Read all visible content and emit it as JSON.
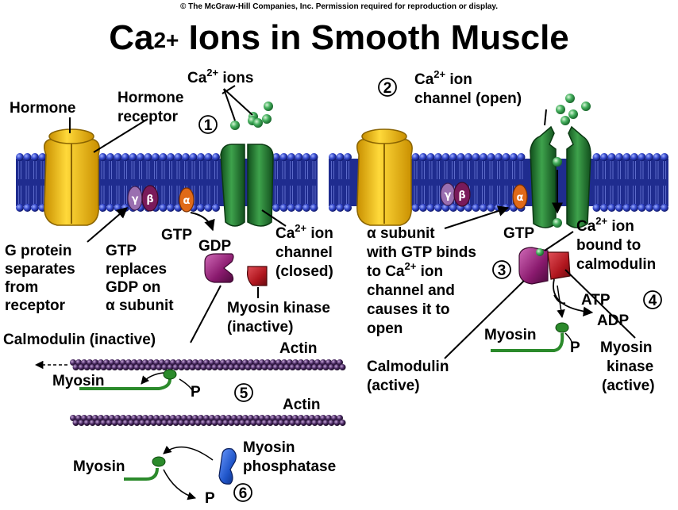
{
  "copyright": "© The McGraw-Hill Companies, Inc. Permission required for reproduction or display.",
  "title": {
    "prefix": "Ca",
    "sup": "2+",
    "suffix": " Ions in Smooth Muscle"
  },
  "steps": [
    "1",
    "2",
    "3",
    "4",
    "5",
    "6"
  ],
  "left_panel": {
    "hormone": "Hormone",
    "hormone_receptor": [
      "Hormone",
      "receptor"
    ],
    "ca_ions": {
      "base": "Ca",
      "sup": "2+",
      "rest": " ions"
    },
    "g_protein": [
      "G protein",
      "separates",
      "from",
      "receptor"
    ],
    "gtp_replaces": [
      "GTP",
      "replaces",
      "GDP on"
    ],
    "alpha_subunit": "α subunit",
    "gtp": "GTP",
    "gdp": "GDP",
    "ca_channel_closed": {
      "line1_base": "Ca",
      "line1_sup": "2+",
      "line1_rest": " ion",
      "line2": "channel",
      "line3": "(closed)"
    },
    "myosin_kinase_inactive": [
      "Myosin kinase",
      "(inactive)"
    ],
    "calmodulin_inactive": "Calmodulin (inactive)",
    "actin_top": "Actin",
    "myosin_top": "Myosin",
    "p_top": "P",
    "actin_bottom": "Actin",
    "myosin_bottom": "Myosin",
    "myosin_phosphatase": [
      "Myosin",
      "phosphatase"
    ],
    "p_bottom": "P"
  },
  "right_panel": {
    "ca_channel_open": {
      "line1_base": "Ca",
      "line1_sup": "2+",
      "line1_rest": " ion",
      "line2": "channel (open)"
    },
    "alpha_with_gtp": {
      "line1": "α subunit",
      "line2": "with GTP binds",
      "line3_base": "to Ca",
      "line3_sup": "2+",
      "line3_rest": " ion",
      "line4": "channel and",
      "line5": "causes it to",
      "line6": "open"
    },
    "gtp": "GTP",
    "ca_bound": {
      "line1_base": "Ca",
      "line1_sup": "2+",
      "line1_rest": " ion",
      "line2": "bound to",
      "line3": "calmodulin"
    },
    "atp": "ATP",
    "adp": "ADP",
    "myosin": "Myosin",
    "p": "P",
    "calmodulin_active": [
      "Calmodulin",
      "(active)"
    ],
    "myosin_kinase_active": [
      "Myosin",
      "kinase",
      "(active)"
    ]
  },
  "g_protein_subunits": {
    "gamma": "γ",
    "beta": "β",
    "alpha": "α"
  },
  "colors": {
    "membrane_blue": "#1f2c8f",
    "bead_blue": "#3a4fd0",
    "hormone_yellow": "#f5c400",
    "channel_green": "#2f8a3a",
    "ion_green": "#3aa35a",
    "calmodulin_purple": "#8a1a6e",
    "kinase_red": "#b0161e",
    "phosphatase_blue": "#1f55c9",
    "actin_purple": "#3a1f4a",
    "myosin_green": "#2b8a2b"
  }
}
